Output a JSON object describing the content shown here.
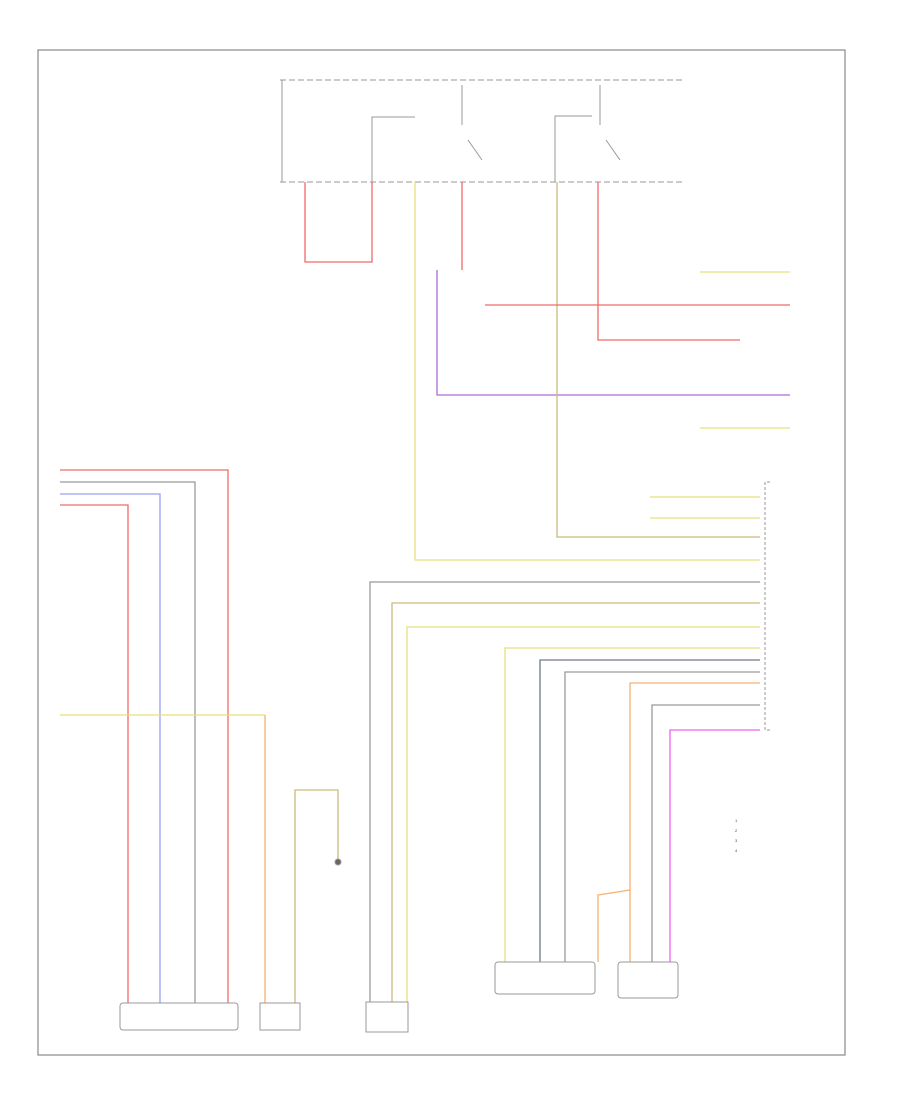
{
  "diagram": {
    "wire_colors": {
      "red": "#f06a6a",
      "pink": "#f3a0a0",
      "yellow": "#e8e07a",
      "tan": "#cdbb7a",
      "purple": "#b06ad8",
      "magenta": "#f060f0",
      "orange": "#f6b070",
      "grey": "#9a9a9a",
      "darkgrey": "#707888",
      "blue": "#9aa0f0",
      "black": "#555555"
    },
    "legend": [
      "1",
      "2",
      "3",
      "4"
    ]
  }
}
